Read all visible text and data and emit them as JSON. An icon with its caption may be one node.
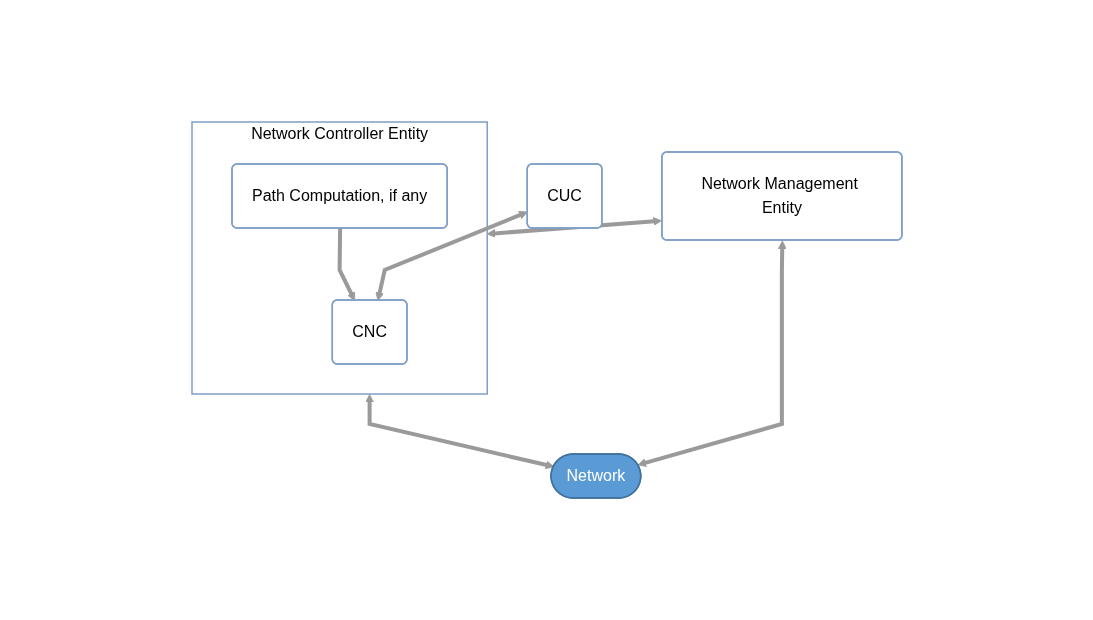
{
  "diagram": {
    "nodes": [
      {
        "text": [
          "CUC"
        ]
      },
      {
        "text": [
          "Network Management Entity"
        ]
      },
      {
        "text": [
          "Network Controller Entity"
        ]
      },
      {
        "text": [
          "CNC"
        ],
        "in": 2
      },
      {
        "text": [
          "Path Computation, if any"
        ],
        "in": 2
      },
      {
        "text": [
          "Network"
        ]
      }
    ],
    "edges": [
      {
        "from": 0,
        "to": 3,
        "arrow": "both"
      },
      {
        "from": 1,
        "to": 2,
        "arrow": "both"
      },
      {
        "from": 1,
        "to": 5,
        "arrow": "both"
      },
      {
        "from": 4,
        "to": 3,
        "arrow": "to"
      },
      {
        "from": 2,
        "to": 5,
        "arrow": "both"
      }
    ]
  }
}
